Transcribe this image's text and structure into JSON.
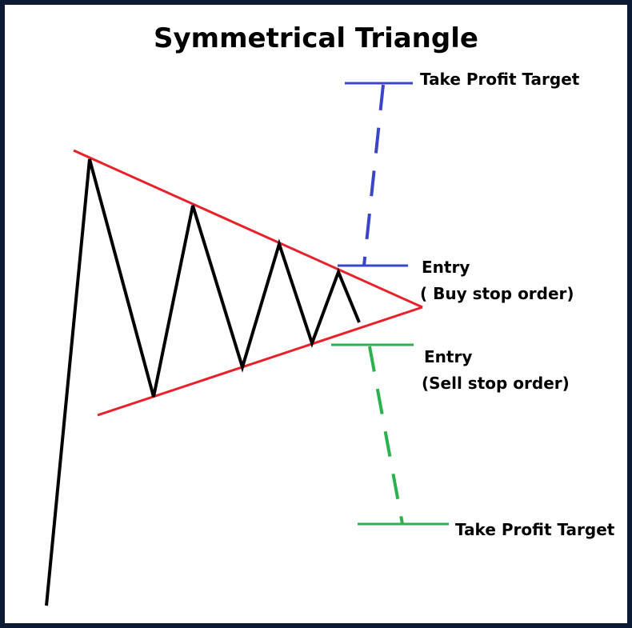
{
  "title": "Symmetrical Triangle",
  "labels": {
    "take_profit_upper": "Take Profit Target",
    "entry_buy": "Entry",
    "entry_buy_order": "( Buy stop order)",
    "entry_sell": "Entry",
    "entry_sell_order": "(Sell stop order)",
    "take_profit_lower": "Take Profit Target"
  },
  "colors": {
    "price_line": "#000000",
    "trendlines": "#e8212b",
    "buy_levels": "#3b45c8",
    "sell_levels": "#2bb24c",
    "frame_border": "#0d1a33"
  }
}
